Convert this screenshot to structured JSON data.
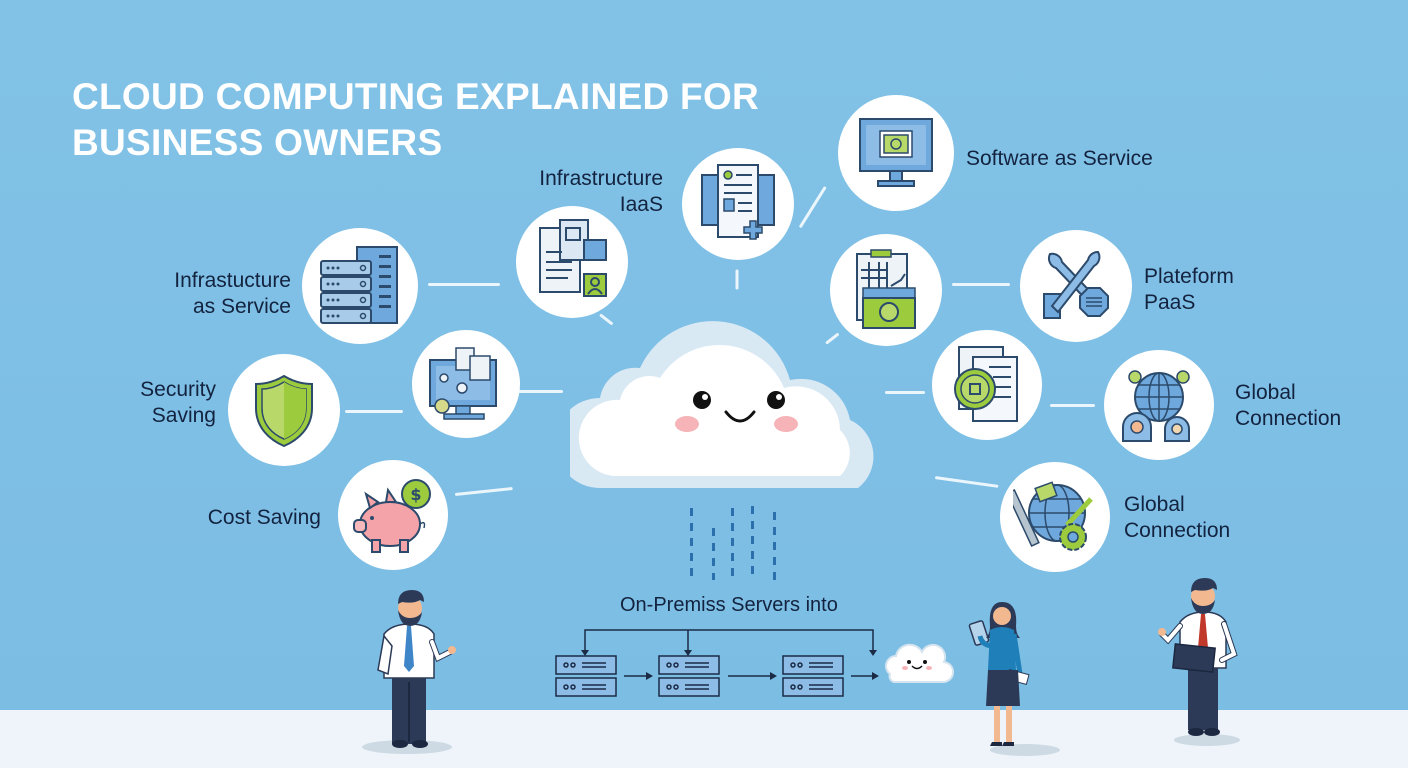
{
  "title": {
    "line1": "CLOUD COMPUTING EXPLAINED FOR",
    "line2": "BUSINESS OWNERS"
  },
  "nodes": [
    {
      "id": "iaas-left",
      "label_lines": [
        "Infrastucture",
        "as Service"
      ],
      "icon": "server-rack-icon"
    },
    {
      "id": "iaas-top",
      "label_lines": [
        "Infrastructure",
        "IaaS"
      ],
      "icon": "document-icon"
    },
    {
      "id": "saas",
      "label_lines": [
        "Software as Service"
      ],
      "icon": "monitor-icon"
    },
    {
      "id": "paas",
      "label_lines": [
        "Plateform",
        "PaaS"
      ],
      "icon": "wrench-tools-icon"
    },
    {
      "id": "global-1",
      "label_lines": [
        "Global",
        "Connection"
      ],
      "icon": "globe-people-icon"
    },
    {
      "id": "global-2",
      "label_lines": [
        "Global",
        "Connection"
      ],
      "icon": "globe-gear-icon"
    },
    {
      "id": "security",
      "label_lines": [
        "Security",
        "Saving"
      ],
      "icon": "shield-icon"
    },
    {
      "id": "cost",
      "label_lines": [
        "Cost Saving"
      ],
      "icon": "piggy-bank-icon"
    },
    {
      "id": "files",
      "label_lines": [],
      "icon": "files-icon"
    },
    {
      "id": "monitor-network",
      "label_lines": [],
      "icon": "monitor-network-icon"
    },
    {
      "id": "dashboard",
      "label_lines": [],
      "icon": "dashboard-chart-icon"
    },
    {
      "id": "coin-docs",
      "label_lines": [],
      "icon": "coin-document-icon"
    }
  ],
  "migration": {
    "title": "On-Premiss Servers into",
    "stages": [
      "server-stack",
      "server-stack",
      "server-stack",
      "cloud"
    ]
  },
  "colors": {
    "background": "#7fbfe5",
    "floor": "#eef4fa",
    "title_text": "#ffffff",
    "label_text": "#13233f",
    "icon_blue": "#5b9bd5",
    "icon_green": "#9ccc3d",
    "piggy_pink": "#f4a3a8"
  }
}
